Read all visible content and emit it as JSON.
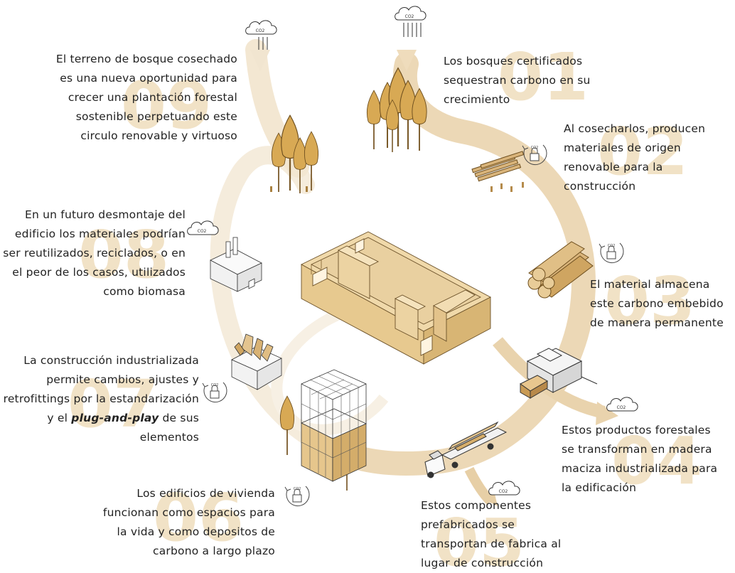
{
  "steps": [
    {
      "number": "01",
      "lines": [
        "Los bosques certificados",
        "sequestran carbono en su",
        "crecimiento"
      ]
    },
    {
      "number": "02",
      "lines": [
        "Al cosecharlos, producen",
        "materiales de origen",
        "renovable para la",
        "construcción"
      ]
    },
    {
      "number": "03",
      "lines": [
        "El material almacena",
        "este carbono embebido",
        "de manera permanente"
      ]
    },
    {
      "number": "04",
      "lines": [
        "Estos productos forestales",
        "se transforman en madera",
        "maciza industrializada para",
        "la edificación"
      ]
    },
    {
      "number": "05",
      "lines": [
        "Estos componentes",
        "prefabricados se",
        "transportan de fabrica al",
        "lugar de construcción"
      ]
    },
    {
      "number": "06",
      "lines": [
        "Los edificios de vivienda",
        "funcionan como espacios para",
        "la vida y como depositos de",
        "carbono a largo plazo"
      ]
    },
    {
      "number": "07",
      "lines": [
        "La construcción industrializada",
        "permite cambios, ajustes y",
        "retrofittings por la estandarización"
      ],
      "line4_prefix": "y el ",
      "line4_emphasis": "plug-and-play",
      "line4_suffix": " de  sus",
      "line5": "elementos"
    },
    {
      "number": "08",
      "lines": [
        "En un futuro desmontaje del",
        "edificio los materiales podrían",
        "ser reutilizados, reciclados, o en",
        "el peor de los casos, utilizados",
        "como biomasa"
      ]
    },
    {
      "number": "09",
      "lines": [
        "El terreno de bosque cosechado",
        "es una nueva oportunidad para",
        "crecer una plantación forestal",
        "sostenible perpetuando este",
        "circulo  renovable y virtuoso"
      ]
    }
  ],
  "co2_label": "CO2",
  "colors": {
    "wood": "#d9b47a",
    "wood_dark": "#a9803f",
    "arrow": "#ecd9b8",
    "arrow_light": "#f6ecdc",
    "ink": "#222222"
  }
}
